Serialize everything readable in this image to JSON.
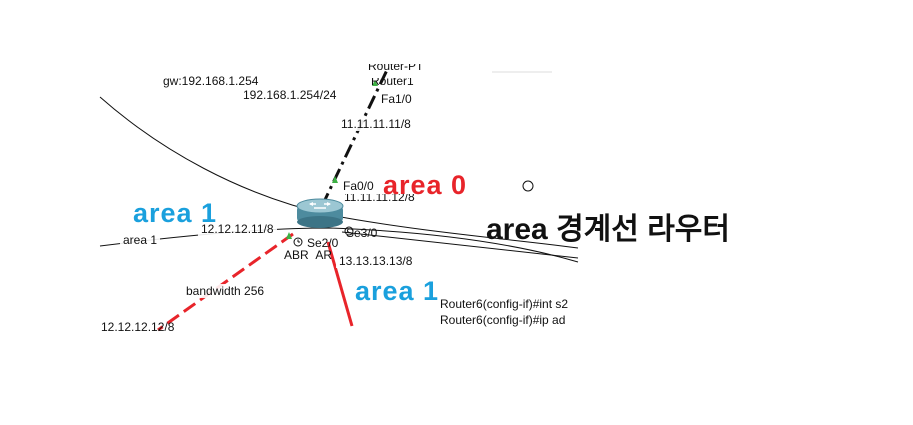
{
  "labels": {
    "gateway": "gw:192.168.1.254",
    "gateway_ip": "192.168.1.254/24",
    "top_router_name_a": "Router-PT",
    "top_router_name_b": "Router1",
    "fa1_0": "Fa1/0",
    "net_11_a": "11.11.11.11/8",
    "fa0_0": "Fa0/0",
    "net_11_b": "11.11.11.12/8",
    "net_12_a": "12.12.12.11/8",
    "se3_0": "Se3/0",
    "se2_0": "Se2/0",
    "abr_name": "ABR_AR",
    "net_13": "13.13.13.13/8",
    "area1_small": "area 1",
    "bandwidth": "bandwidth 256",
    "net_12_b": "12.12.12.12/8"
  },
  "console": {
    "line1": "Router6(config-if)#int s2",
    "line2": "Router6(config-if)#ip ad"
  },
  "areas": {
    "area0": "area 0",
    "area1_left": "area 1",
    "area1_bottom": "area 1"
  },
  "caption": "area 경계선 라우터",
  "colors": {
    "area_blue": "#1aa0dd",
    "area_red": "#e8242a",
    "serial_link": "#e8242a",
    "ethernet_link": "#111111",
    "port_up": "#3cb043"
  },
  "icons": {
    "router": "router-icon",
    "clock": "clock-icon",
    "circle": "circle-icon"
  }
}
